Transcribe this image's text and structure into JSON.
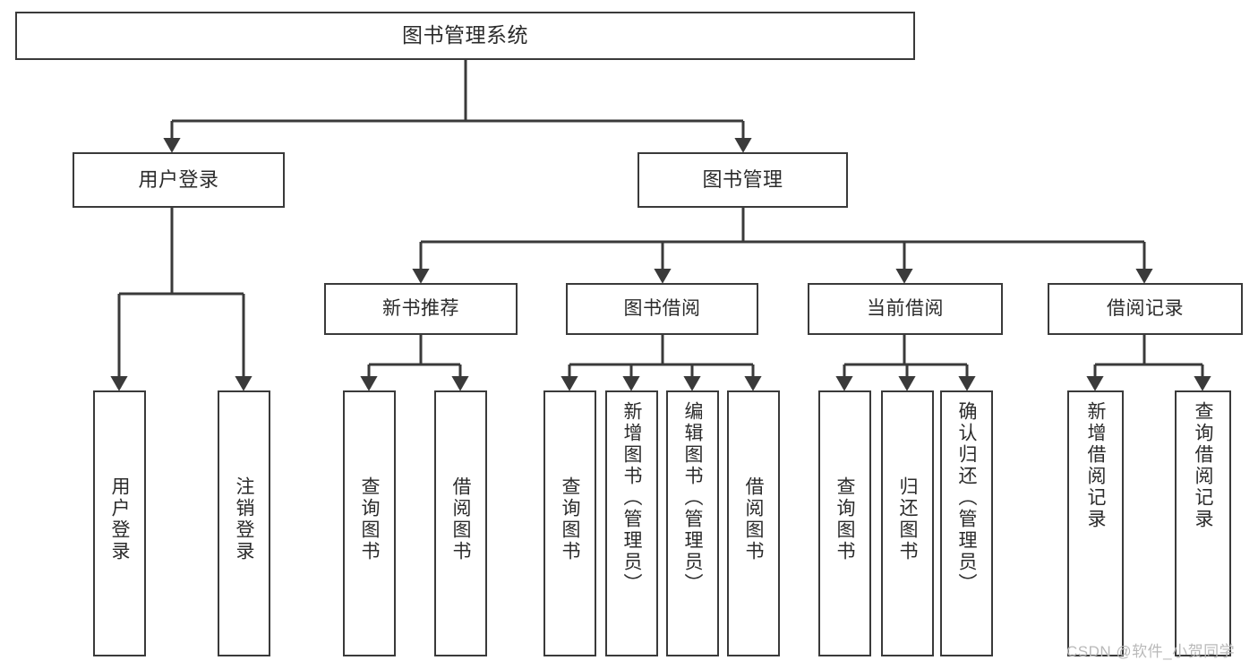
{
  "diagram": {
    "title": "图书管理系统",
    "type": "tree-hierarchy-diagram",
    "orientation": "top-down",
    "colors": {
      "background": "#ffffff",
      "node_border": "#3a3a3a",
      "node_fill": "#ffffff",
      "text": "#2b2b2b",
      "connector": "#3a3a3a",
      "watermark": "#b9b9b9"
    },
    "root": {
      "label": "图书管理系统"
    },
    "branches": [
      {
        "id": "user-login",
        "label": "用户登录",
        "children": [
          {
            "id": "user-login-action",
            "label": "用户登录"
          },
          {
            "id": "user-logout-action",
            "label": "注销登录"
          }
        ]
      },
      {
        "id": "book-management",
        "label": "图书管理",
        "groups": [
          {
            "id": "new-book-recommend",
            "label": "新书推荐",
            "children": [
              {
                "id": "query-book-1",
                "label": "查询图书"
              },
              {
                "id": "borrow-book-1",
                "label": "借阅图书"
              }
            ]
          },
          {
            "id": "book-borrow",
            "label": "图书借阅",
            "children": [
              {
                "id": "query-book-2",
                "label": "查询图书"
              },
              {
                "id": "add-book-admin",
                "label": "新增图书（管理员）"
              },
              {
                "id": "edit-book-admin",
                "label": "编辑图书（管理员）"
              },
              {
                "id": "borrow-book-2",
                "label": "借阅图书"
              }
            ]
          },
          {
            "id": "current-borrow",
            "label": "当前借阅",
            "children": [
              {
                "id": "query-book-3",
                "label": "查询图书"
              },
              {
                "id": "return-book",
                "label": "归还图书"
              },
              {
                "id": "confirm-return-admin",
                "label": "确认归还（管理员）"
              }
            ]
          },
          {
            "id": "borrow-record",
            "label": "借阅记录",
            "children": [
              {
                "id": "add-borrow-record",
                "label": "新增借阅记录"
              },
              {
                "id": "query-borrow-record",
                "label": "查询借阅记录"
              }
            ]
          }
        ]
      }
    ]
  },
  "watermark": {
    "text": "CSDN @软件_小贺同学"
  }
}
